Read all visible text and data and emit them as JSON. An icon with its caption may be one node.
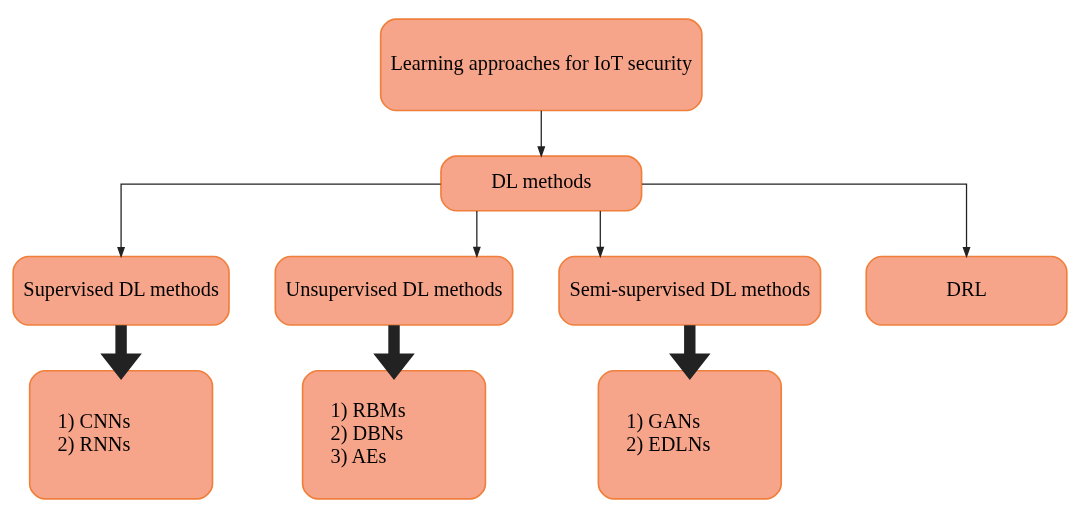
{
  "diagram": {
    "nodes": [
      {
        "text": [
          "Learning approaches for IoT security"
        ]
      },
      {
        "text": [
          "DL methods"
        ]
      },
      {
        "text": [
          "Supervised DL methods"
        ]
      },
      {
        "text": [
          "Unsupervised DL methods"
        ]
      },
      {
        "text": [
          "Semi-supervised DL methods"
        ]
      },
      {
        "text": [
          "DRL"
        ]
      },
      {
        "text": [
          "1) CNNs",
          "2) RNNs"
        ]
      },
      {
        "text": [
          "1) RBMs",
          "2) DBNs",
          "3) AEs"
        ]
      },
      {
        "text": [
          "1) GANs",
          "2) EDLNs"
        ]
      }
    ],
    "edges": [
      {
        "from": 0,
        "to": 1,
        "arrow": "to"
      },
      {
        "from": 1,
        "to": 2,
        "arrow": "to"
      },
      {
        "from": 1,
        "to": 3,
        "arrow": "to"
      },
      {
        "from": 1,
        "to": 4,
        "arrow": "to"
      },
      {
        "from": 1,
        "to": 5,
        "arrow": "to"
      },
      {
        "from": 2,
        "to": 6,
        "arrow": "to",
        "style": "thick"
      },
      {
        "from": 3,
        "to": 7,
        "arrow": "to",
        "style": "thick"
      },
      {
        "from": 4,
        "to": 8,
        "arrow": "to",
        "style": "thick"
      }
    ]
  }
}
